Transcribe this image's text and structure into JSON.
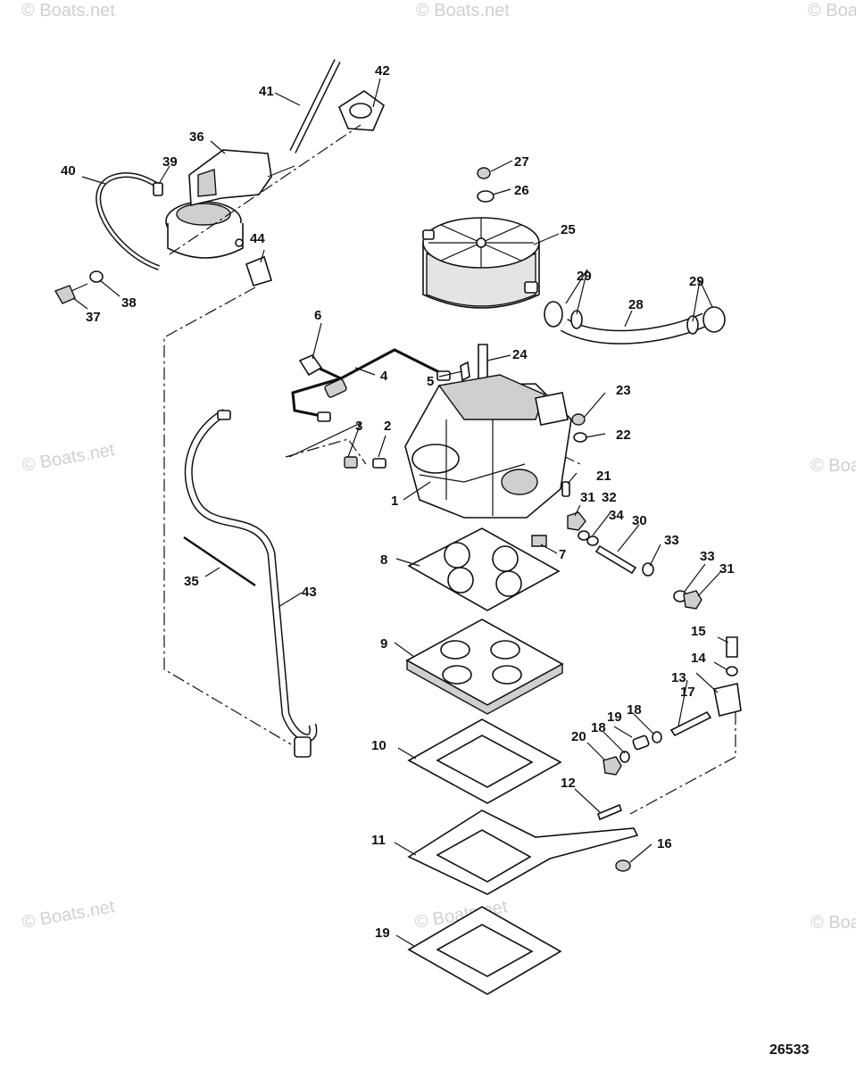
{
  "watermark": "© Boats.net",
  "figure_number": "26533",
  "callouts": {
    "c1": "1",
    "c2": "2",
    "c3": "3",
    "c4": "4",
    "c5": "5",
    "c6": "6",
    "c7": "7",
    "c8": "8",
    "c9": "9",
    "c10": "10",
    "c11": "11",
    "c12": "12",
    "c13": "13",
    "c14": "14",
    "c15": "15",
    "c16": "16",
    "c17": "17",
    "c18a": "18",
    "c18b": "18",
    "c19a": "19",
    "c19b": "19",
    "c20": "20",
    "c21": "21",
    "c22": "22",
    "c23": "23",
    "c24": "24",
    "c25": "25",
    "c26": "26",
    "c27": "27",
    "c28": "28",
    "c29a": "29",
    "c29b": "29",
    "c30": "30",
    "c31a": "31",
    "c31b": "31",
    "c32": "32",
    "c33a": "33",
    "c33b": "33",
    "c34": "34",
    "c35": "35",
    "c36": "36",
    "c37": "37",
    "c38": "38",
    "c39": "39",
    "c40": "40",
    "c41": "41",
    "c42": "42",
    "c43": "43",
    "c44": "44"
  }
}
